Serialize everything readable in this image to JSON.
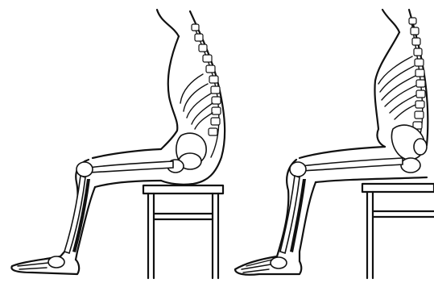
{
  "figures": [
    {
      "id": "slumped",
      "posture": "slumped-sitting"
    },
    {
      "id": "upright",
      "posture": "upright-sitting"
    }
  ],
  "colors": {
    "ink": "#111111",
    "background": "#ffffff"
  }
}
